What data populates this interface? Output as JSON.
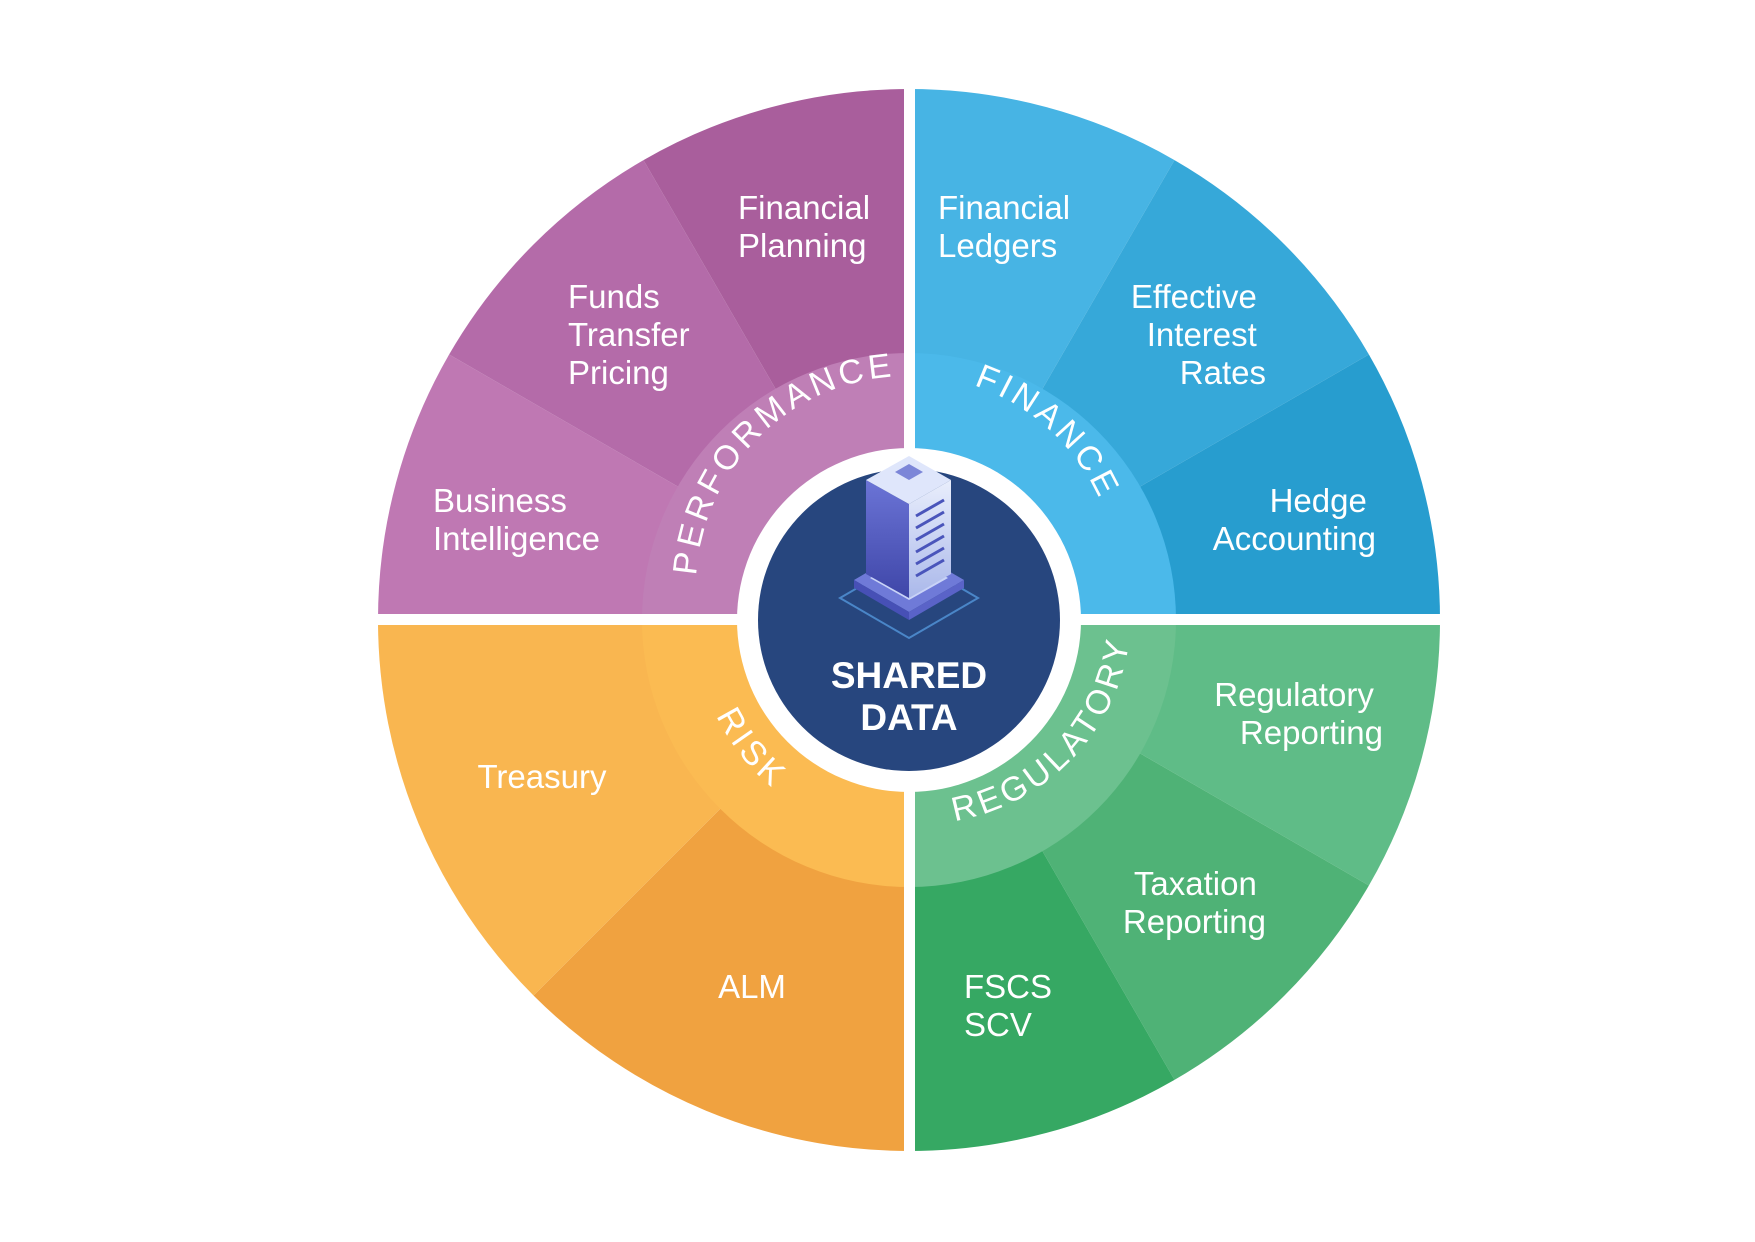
{
  "hub": {
    "line1": "SHARED",
    "line2": "DATA",
    "icon": "server-icon"
  },
  "quadrants": [
    {
      "key": "performance",
      "label": "PERFORMANCE",
      "ring_color": "#bf7fb6",
      "segments": [
        {
          "lines": [
            "Business",
            "Intelligence"
          ],
          "color": "#bf78b3"
        },
        {
          "lines": [
            "Funds",
            "Transfer",
            "Pricing"
          ],
          "color": "#b46ba9"
        },
        {
          "lines": [
            "Financial",
            "Planning"
          ],
          "color": "#a95e9c"
        }
      ]
    },
    {
      "key": "finance",
      "label": "FINANCE",
      "ring_color": "#4bb9ea",
      "segments": [
        {
          "lines": [
            "Financial",
            "Ledgers"
          ],
          "color": "#47b4e4"
        },
        {
          "lines": [
            "Effective",
            "Interest",
            "Rates"
          ],
          "color": "#36a8d9"
        },
        {
          "lines": [
            "Hedge",
            "Accounting"
          ],
          "color": "#279dcf"
        }
      ]
    },
    {
      "key": "regulatory",
      "label": "REGULATORY",
      "ring_color": "#6cc18f",
      "segments": [
        {
          "lines": [
            "Regulatory",
            "Reporting"
          ],
          "color": "#5fbc87"
        },
        {
          "lines": [
            "Taxation",
            "Reporting"
          ],
          "color": "#4fb276"
        },
        {
          "lines": [
            "FSCS",
            "SCV"
          ],
          "color": "#36a863"
        }
      ]
    },
    {
      "key": "risk",
      "label": "RISK",
      "ring_color": "#fbbb52",
      "segments": [
        {
          "lines": [
            "Treasury"
          ],
          "color": "#f0a240"
        },
        {
          "lines": [
            "ALM"
          ],
          "color": "#f9b650"
        }
      ]
    }
  ],
  "colors": {
    "hub": "#27467e",
    "gap": "#ffffff"
  }
}
